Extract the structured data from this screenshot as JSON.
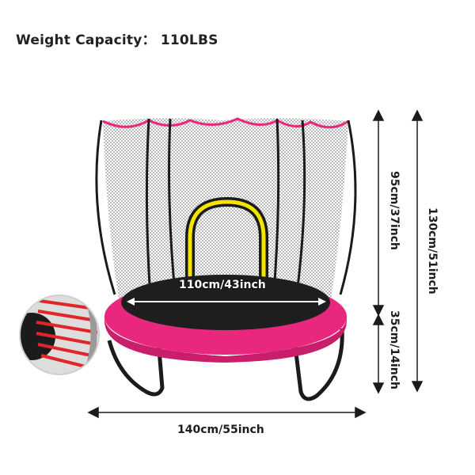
{
  "product": {
    "weight_capacity": "Weight Capacity： 110LBS",
    "colors": {
      "accent": "#e8277d",
      "frame": "#1b1b1b",
      "net": "#3a3a3a",
      "arch": "#f5e300",
      "spring": "#e0262a"
    }
  },
  "dimensions": {
    "mat_diameter": "110cm/43inch",
    "outer_diameter": "140cm/55inch",
    "net_height": "95cm/37inch",
    "leg_height": "35cm/14inch",
    "total_height": "130cm/51inch"
  },
  "icons": {
    "spring_detail": "spring-detail-icon"
  }
}
